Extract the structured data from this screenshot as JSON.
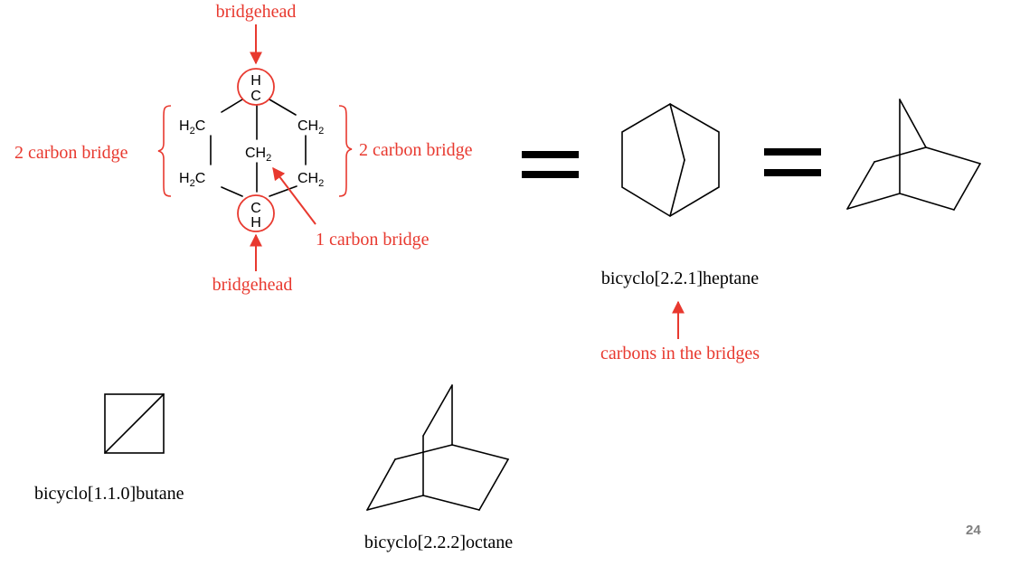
{
  "colors": {
    "annotation": "#e8392f",
    "structure": "#000000"
  },
  "annotations": {
    "bridgehead_top": "bridgehead",
    "bridgehead_bottom": "bridgehead",
    "left_bridge": "2 carbon bridge",
    "right_bridge": "2 carbon bridge",
    "one_carbon_bridge": "1 carbon bridge",
    "carbons_in_bridges": "carbons in the bridges"
  },
  "condensed_structure": {
    "top_h": "H",
    "top_c": "C",
    "bottom_c": "C",
    "bottom_h": "H",
    "h2c_upper": "H",
    "h2c_upper_sub": "2",
    "h2c_upper_c": "C",
    "h2c_lower": "H",
    "h2c_lower_sub": "2",
    "h2c_lower_c": "C",
    "ch2_upper": "CH",
    "ch2_upper_sub": "2",
    "ch2_lower": "CH",
    "ch2_lower_sub": "2",
    "ch2_middle": "CH",
    "ch2_middle_sub": "2"
  },
  "names": {
    "heptane": "bicyclo[2.2.1]heptane",
    "butane": "bicyclo[1.1.0]butane",
    "octane": "bicyclo[2.2.2]octane"
  },
  "page_number": "24"
}
